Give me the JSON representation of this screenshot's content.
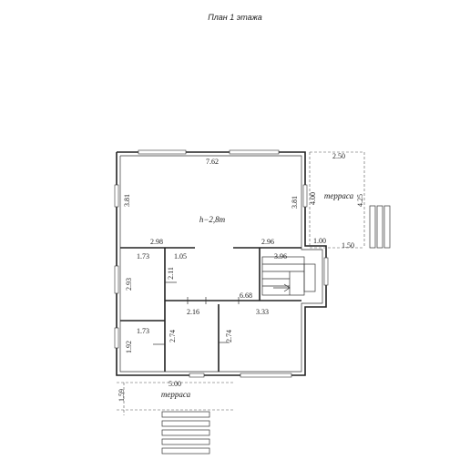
{
  "title": "План 1 этажа",
  "height_label": "h−2,8m",
  "terrace_labels": {
    "right": "терраса",
    "bottom": "терраса"
  },
  "dimensions": {
    "top_width": "7.62",
    "left_height": "3.81",
    "inner_right_height": "3.81",
    "terrace_width": "2.50",
    "terrace_height_outer": "4.25",
    "terrace_height_inner": "4.00",
    "terrace_step": "1.00",
    "terrace_base": "1.50",
    "left_partition": "2.98",
    "right_partition": "2.96",
    "stair_width": "3.96",
    "room_a_width": "1.73",
    "room_a_height": "2.93",
    "corridor_width": "1.05",
    "corridor_height": "2.11",
    "hall_width": "6.68",
    "mid_width": "2.16",
    "right_room_width": "3.33",
    "room_b_width": "1.73",
    "room_b_height": "1.92",
    "mid_room_height": "2.74",
    "right_room_height": "2.74",
    "bottom_width": "5.00",
    "bottom_terrace_depth": "1.59"
  }
}
